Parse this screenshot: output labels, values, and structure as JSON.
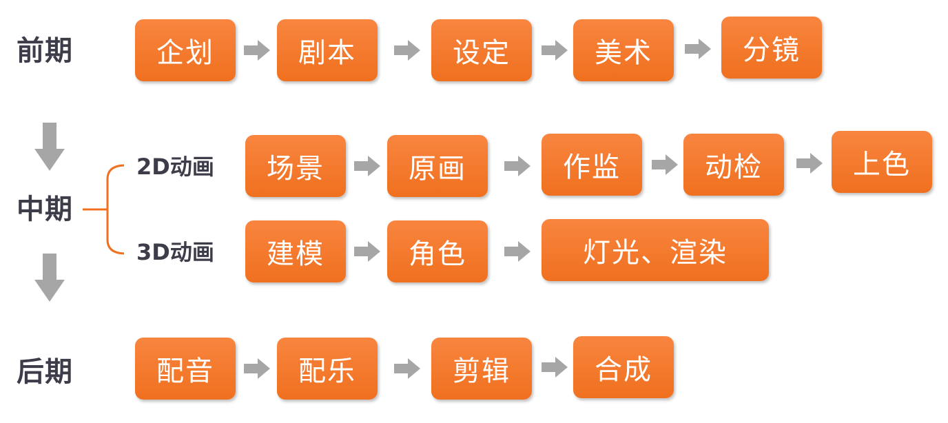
{
  "phases": {
    "pre": "前期",
    "mid": "中期",
    "post": "后期"
  },
  "tracks": {
    "d2": "2D动画",
    "d3": "3D动画"
  },
  "steps": {
    "pre": [
      "企划",
      "剧本",
      "设定",
      "美术",
      "分镜"
    ],
    "mid2d": [
      "场景",
      "原画",
      "作监",
      "动检",
      "上色"
    ],
    "mid3d": [
      "建模",
      "角色",
      "灯光、渲染"
    ],
    "post": [
      "配音",
      "配乐",
      "剪辑",
      "合成"
    ]
  },
  "colors": {
    "box": "#f0701f",
    "arrow": "#a6a6a6",
    "bracket": "#f0701f",
    "label": "#3d3d4a"
  }
}
